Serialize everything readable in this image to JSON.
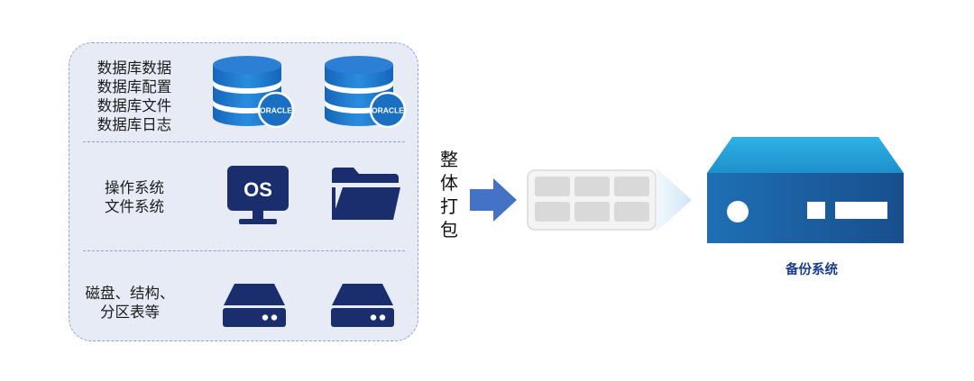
{
  "database_section": {
    "lines": [
      "数据库数据",
      "数据库配置",
      "数据库文件",
      "数据库日志"
    ],
    "badge_text": "ORACLE"
  },
  "os_section": {
    "lines": [
      "操作系统",
      "文件系统"
    ],
    "monitor_text": "OS"
  },
  "disk_section": {
    "lines": [
      "磁盘、结构、",
      "分区表等"
    ]
  },
  "package_label": [
    "整",
    "体",
    "打",
    "包"
  ],
  "backup_caption": "备份系统",
  "colors": {
    "panel_fill": "#e6ebf6",
    "dashed_border": "#8ea4cf",
    "navy": "#1a2e6e",
    "db_blue": "#1976c8",
    "arrow_blue": "#4472c4",
    "server_top": "#24a3d9",
    "server_body": "#1b5f9f",
    "caption": "#1a3d8f"
  },
  "icons": [
    "database-icon",
    "oracle-badge-icon",
    "os-monitor-icon",
    "folder-icon",
    "disk-drive-icon",
    "right-arrow-icon",
    "package-grid-icon",
    "server-icon"
  ]
}
